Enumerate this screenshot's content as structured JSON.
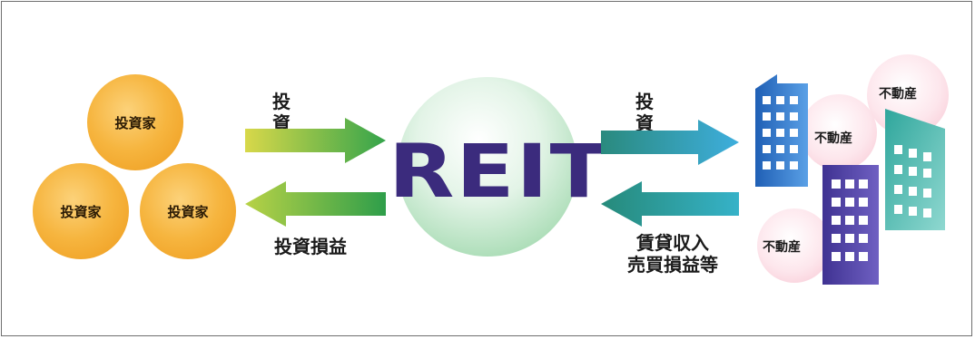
{
  "investors": [
    {
      "label": "投資家"
    },
    {
      "label": "投資家"
    },
    {
      "label": "投資家"
    }
  ],
  "center": {
    "label": "REIT"
  },
  "left_arrows": {
    "invest_label": "投　資",
    "return_label": "投資損益"
  },
  "right_arrows": {
    "invest_label": "投　資",
    "return_label_line1": "賃貸収入",
    "return_label_line2": "売買損益等"
  },
  "real_estate": [
    {
      "label": "不動産"
    },
    {
      "label": "不動産"
    },
    {
      "label": "不動産"
    }
  ],
  "colors": {
    "investor_orange": "#f6b53f",
    "reit_text": "#3b2b7d",
    "sphere_green": "#a9dcb5",
    "arrow_left_yellow_green": "#c8d24a",
    "arrow_left_green": "#3aa54a",
    "arrow_right_teal": "#2b8f84",
    "arrow_right_blue": "#3aa6d8",
    "building_blue": "#2e6fc0",
    "building_purple": "#5a4aa8",
    "building_teal": "#37b3a6",
    "pink_circle": "#f7c4d1"
  }
}
